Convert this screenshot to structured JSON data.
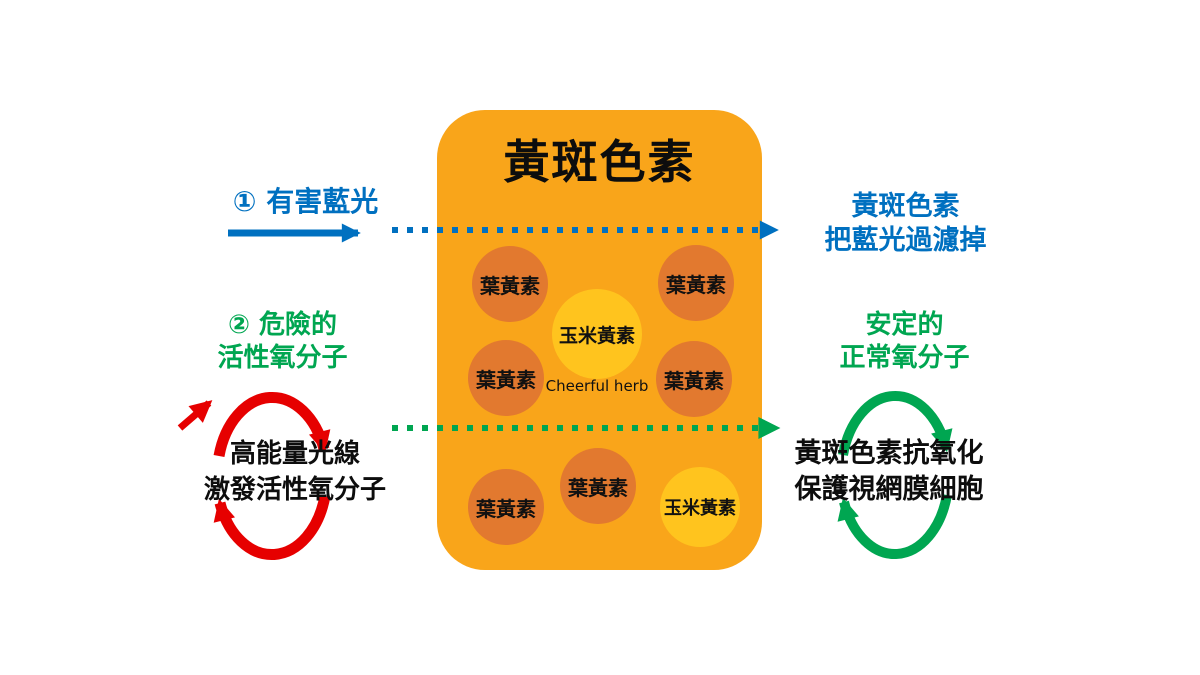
{
  "colors": {
    "background": "#FFFFFF",
    "blue": "#0070C0",
    "green": "#00A651",
    "red": "#E60000",
    "panel_orange": "#F9A51A",
    "lutein_orange": "#E2792F",
    "zeaxanthin_yellow": "#FFC41E",
    "text_black": "#0D0D0D"
  },
  "panel": {
    "title": "黃斑色素",
    "caption": "Cheerful herb",
    "circles": [
      {
        "label": "葉黃素"
      },
      {
        "label": "葉黃素"
      },
      {
        "label": "玉米黃素"
      },
      {
        "label": "葉黃素"
      },
      {
        "label": "葉黃素"
      },
      {
        "label": "葉黃素"
      },
      {
        "label": "葉黃素"
      },
      {
        "label": "玉米黃素"
      }
    ]
  },
  "annotations": {
    "blue_light_label": "① 有害藍光",
    "blue_filter_line1": "黃斑色素",
    "blue_filter_line2": "把藍光過濾掉",
    "ros_line1": "② 危險的",
    "ros_line2": "活性氧分子",
    "stable_line1": "安定的",
    "stable_line2": "正常氧分子",
    "left_black_line1": "高能量光線",
    "left_black_line2": "激發活性氧分子",
    "right_black_line1": "黃斑色素抗氧化",
    "right_black_line2": "保護視網膜細胞"
  }
}
